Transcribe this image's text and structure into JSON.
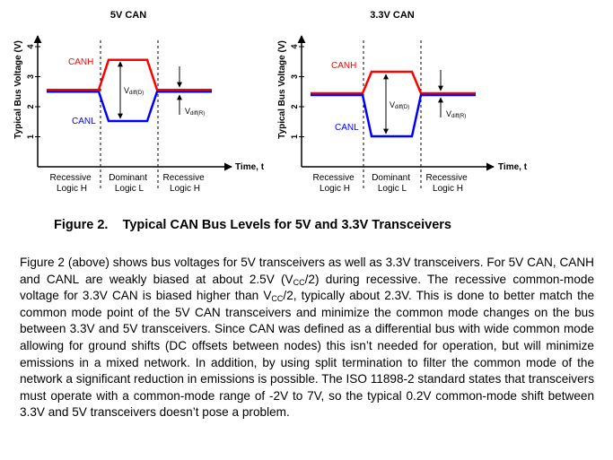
{
  "figure": {
    "diagrams": [
      {
        "title": "5V CAN",
        "ylabel": "Typical Bus Voltage (V)",
        "yticks": [
          "1",
          "2",
          "3",
          "4"
        ],
        "xlabel": "Time, t",
        "canh_label": "CANH",
        "canl_label": "CANL",
        "vdiff_d": {
          "main": "V",
          "sub": "diff(D)"
        },
        "vdiff_r": {
          "main": "V",
          "sub": "diff(R)"
        },
        "phases": [
          {
            "line1": "Recessive",
            "line2": "Logic H"
          },
          {
            "line1": "Dominant",
            "line2": "Logic L"
          },
          {
            "line1": "Recessive",
            "line2": "Logic H"
          }
        ],
        "levels": {
          "recessive_canh": 2.5,
          "recessive_canl": 2.5,
          "dominant_canh": 3.5,
          "dominant_canl": 1.5
        }
      },
      {
        "title": "3.3V CAN",
        "ylabel": "Typical Bus Voltage (V)",
        "yticks": [
          "1",
          "2",
          "3",
          "4"
        ],
        "xlabel": "Time, t",
        "canh_label": "CANH",
        "canl_label": "CANL",
        "vdiff_d": {
          "main": "V",
          "sub": "diff(D)"
        },
        "vdiff_r": {
          "main": "V",
          "sub": "diff(R)"
        },
        "phases": [
          {
            "line1": "Recessive",
            "line2": "Logic H"
          },
          {
            "line1": "Dominant",
            "line2": "Logic L"
          },
          {
            "line1": "Recessive",
            "line2": "Logic H"
          }
        ],
        "levels": {
          "recessive_canh": 2.3,
          "recessive_canl": 2.3,
          "dominant_canh": 3.1,
          "dominant_canl": 1.0
        }
      }
    ],
    "colors": {
      "canh": "#ff0000",
      "canl": "#0000ff",
      "axis": "#000000"
    }
  },
  "caption": {
    "number": "Figure 2.",
    "title": "Typical CAN Bus Levels for 5V and 3.3V Transceivers"
  },
  "paragraph": {
    "lines": [
      [
        "Figure 2 (above) shows bus voltages for 5V transceivers as well as 3.3V transceivers. For 5V"
      ],
      [
        "CAN, CANH and CANL are weakly biased at about 2.5V (V",
        {
          "sub": "CC"
        },
        "/2) during recessive. The recessive"
      ],
      [
        "common-mode voltage for 3.3V CAN is biased higher than V",
        {
          "sub": "CC"
        },
        "/2, typically about 2.3V. This is"
      ],
      [
        "done to better match the common mode point of the 5V CAN transceivers and minimize the"
      ],
      [
        "common mode changes on the bus between 3.3V and 5V transceivers.  Since CAN was defined"
      ],
      [
        "as a differential bus with wide common mode allowing for ground shifts (DC offsets between"
      ],
      [
        "nodes) this isn’t needed for operation, but will minimize emissions in a mixed network. In"
      ],
      [
        "addition, by using split termination to filter the common mode of the network a significant"
      ],
      [
        "reduction in emissions is possible. The ISO 11898-2 standard states that transceivers must"
      ],
      [
        "operate with a common-mode range of -2V to 7V, so the typical 0.2V common-mode shift"
      ],
      [
        "between 3.3V and 5V transceivers doesn’t pose a problem."
      ]
    ]
  }
}
